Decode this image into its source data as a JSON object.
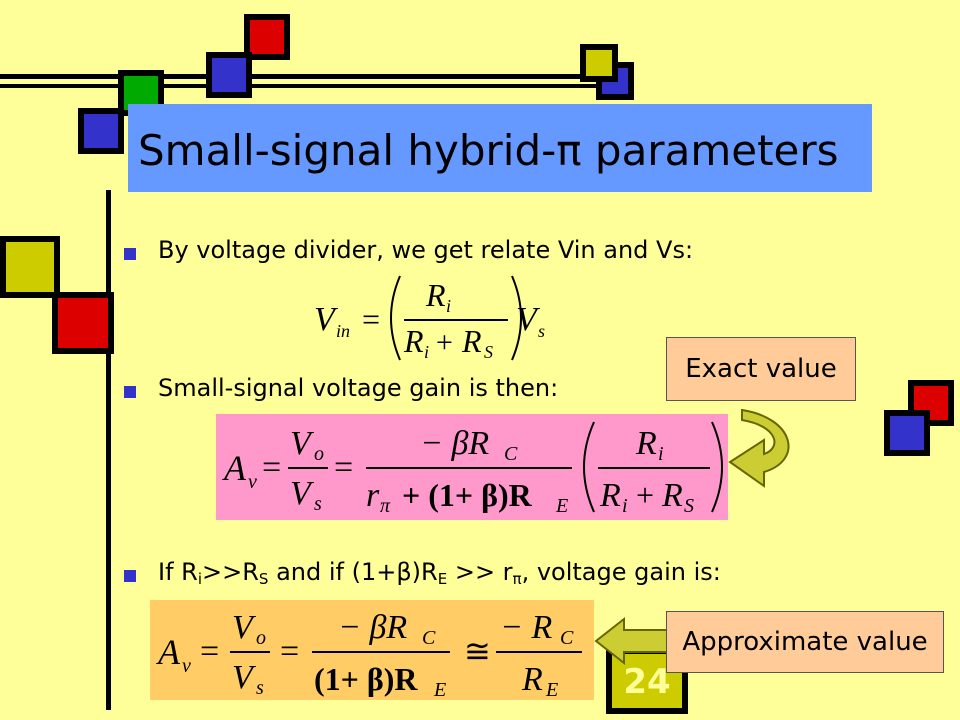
{
  "title": "Small-signal hybrid-π parameters",
  "bullets": {
    "b1": "By voltage divider, we get relate Vin and Vs:",
    "b2": "Small-signal voltage gain is then:",
    "b3": {
      "p1": "If R",
      "s1": "i",
      "p2": ">>R",
      "s2": "S",
      "p3": " and if (1+β)R",
      "s3": "E",
      "p4": " >> r",
      "s4": "π",
      "p5": ", voltage gain is:"
    }
  },
  "eq1": {
    "lhs": "V",
    "lhs_sub": "in",
    "num": "R",
    "num_sub": "i",
    "den_a": "R",
    "den_a_sub": "i",
    "den_plus": "+",
    "den_b": "R",
    "den_b_sub": "S",
    "rhs": "V",
    "rhs_sub": "s"
  },
  "eq2": {
    "a": "A",
    "a_sub": "v",
    "vo": "V",
    "vo_sub": "o",
    "vs": "V",
    "vs_sub": "s",
    "num1": "− βR",
    "num1_sub": "C",
    "den1_r": "r",
    "den1_r_sub": "π",
    "den1_rest": "+ (1+ β)R",
    "den1_rest_sub": "E",
    "num2": "R",
    "num2_sub": "i",
    "den2_a": "R",
    "den2_a_sub": "i",
    "den2_plus": "+",
    "den2_b": "R",
    "den2_b_sub": "S"
  },
  "eq3": {
    "a": "A",
    "a_sub": "v",
    "vo": "V",
    "vo_sub": "o",
    "vs": "V",
    "vs_sub": "s",
    "num1": "− βR",
    "num1_sub": "C",
    "den1": "(1+ β)R",
    "den1_sub": "E",
    "approx": "≅",
    "num2": "− R",
    "num2_sub": "C",
    "den2": "R",
    "den2_sub": "E"
  },
  "callouts": {
    "exact": "Exact value",
    "approx": "Approximate value"
  },
  "page_number": "24",
  "colors": {
    "background": "#FFFF99",
    "title_box": "#6699FF",
    "bullet": "#3333CC",
    "eq2_box": "#FF99CC",
    "eq3_box": "#FFCC66",
    "callout": "#FFCC99",
    "red": "#DD0000",
    "blue": "#3333CC",
    "green": "#00AA00",
    "olive": "#CCCC00"
  }
}
